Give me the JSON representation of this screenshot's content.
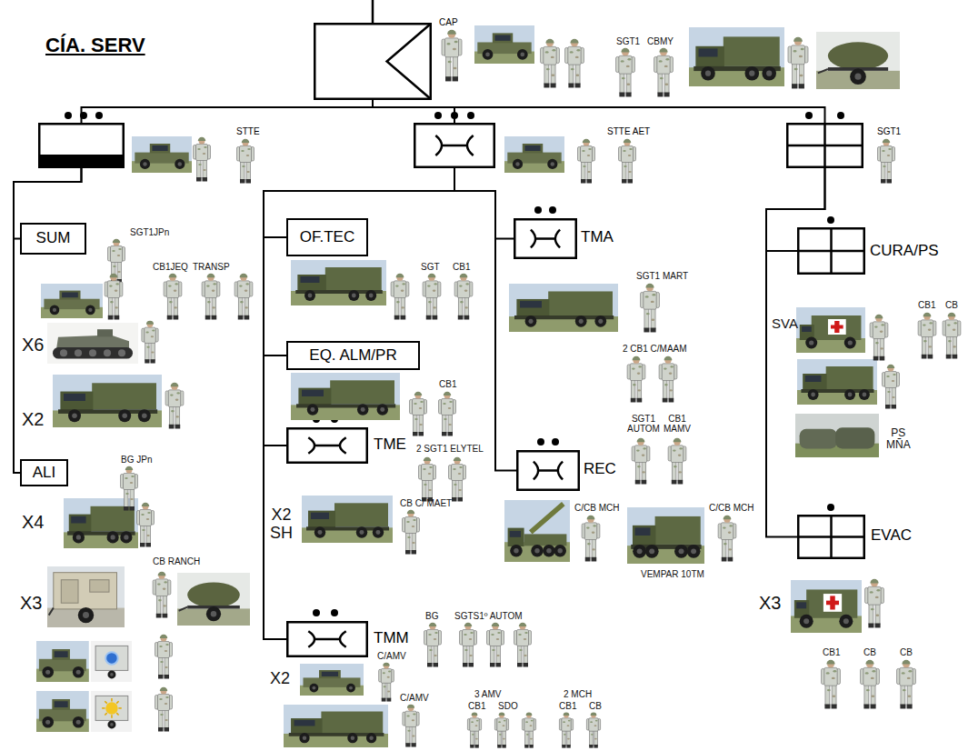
{
  "diagram": {
    "title": "CÍA. SERV",
    "nodes": [
      {
        "text": [
          "CAP"
        ]
      },
      {
        "text": [
          "STTE"
        ]
      },
      {
        "text": [
          "SUM"
        ]
      },
      {
        "text": [
          "ALI"
        ]
      },
      {
        "text": [
          "STTE AET"
        ]
      },
      {
        "text": [
          "OF.TEC"
        ]
      },
      {
        "text": [
          "EQ. ALM/PR"
        ]
      },
      {
        "text": [
          "TME"
        ]
      },
      {
        "text": [
          "TMM"
        ]
      },
      {
        "text": [
          "TMA"
        ]
      },
      {
        "text": [
          "REC"
        ]
      },
      {
        "text": [
          "SGT1"
        ]
      },
      {
        "text": [
          "CURA/PS"
        ]
      },
      {
        "text": [
          "EVAC"
        ]
      }
    ],
    "edges": [
      {
        "from": 0,
        "to": 1,
        "arrow": "none"
      },
      {
        "from": 0,
        "to": 4,
        "arrow": "none"
      },
      {
        "from": 0,
        "to": 11,
        "arrow": "none"
      },
      {
        "from": 1,
        "to": 2,
        "arrow": "none"
      },
      {
        "from": 1,
        "to": 3,
        "arrow": "none"
      },
      {
        "from": 4,
        "to": 5,
        "arrow": "none"
      },
      {
        "from": 4,
        "to": 6,
        "arrow": "none"
      },
      {
        "from": 4,
        "to": 7,
        "arrow": "none"
      },
      {
        "from": 4,
        "to": 8,
        "arrow": "none"
      },
      {
        "from": 4,
        "to": 9,
        "arrow": "none"
      },
      {
        "from": 4,
        "to": 10,
        "arrow": "none"
      },
      {
        "from": 11,
        "to": 12,
        "arrow": "none"
      },
      {
        "from": 11,
        "to": 13,
        "arrow": "none"
      }
    ],
    "labels": [
      "SGT1",
      "CBMY",
      "SGT1JPn",
      "CB1JEQ",
      "TRANSP",
      "X6",
      "X2",
      "BG JPn",
      "X4",
      "CB RANCH",
      "X3",
      "SGT",
      "CB1",
      "CB1",
      "2 SGT1 ELYTEL",
      "X2 SH",
      "CB C/ MAET",
      "BG",
      "SGTS1º AUTOM",
      "X2",
      "C/AMV",
      "C/AMV",
      "3 AMV",
      "CB1",
      "SDO",
      "2 MCH",
      "CB1",
      "CB",
      "SGT1 MART",
      "2 CB1 C/MAAM",
      "SGT1 AUTOM",
      "CB1 MAMV",
      "C/CB MCH",
      "C/CB MCH",
      "VEMPAR 10TM",
      "SVA",
      "CB1",
      "CB",
      "PS MÑA",
      "X3",
      "CB1",
      "CB",
      "CB"
    ]
  }
}
